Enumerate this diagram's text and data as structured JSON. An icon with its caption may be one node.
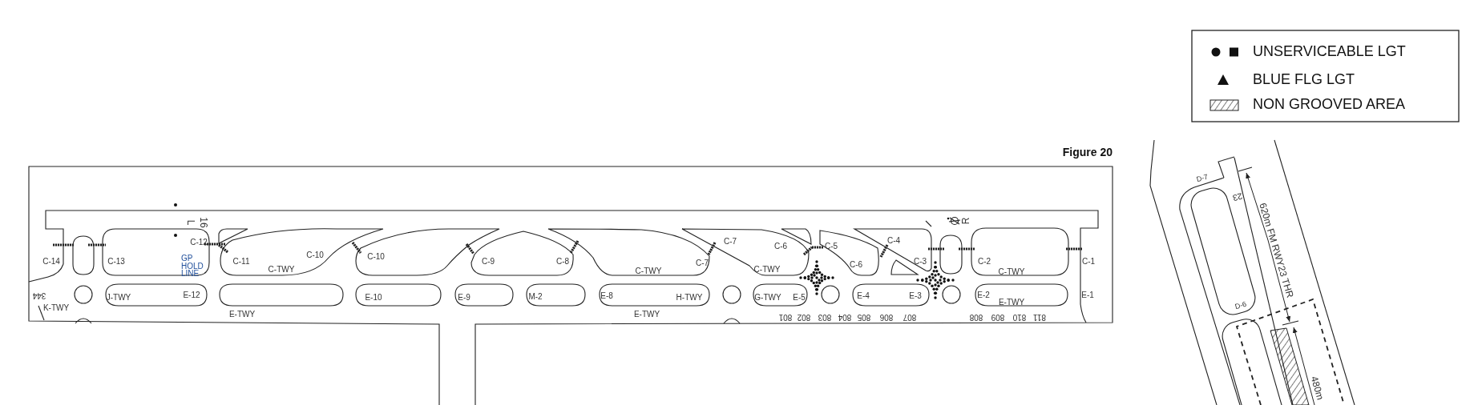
{
  "diagram": {
    "title": "Figure 20",
    "labels": [
      "16",
      "L",
      "R",
      "C-12",
      "C-7",
      "C-4",
      "C-6",
      "C-5",
      "C-10",
      "C-10",
      "C-14",
      "C-13",
      "C-11",
      "C-9",
      "C-8",
      "C-7",
      "C-3",
      "C-2",
      "C-1",
      "GP HOLD LINE",
      "C-6",
      "C-TWY",
      "C-TWY",
      "C-TWY",
      "C-TWY",
      "344",
      "J-TWY",
      "E-12",
      "E-10",
      "E-9",
      "M-2",
      "E-8",
      "H-TWY",
      "G-TWY",
      "E-5",
      "E-4",
      "E-3",
      "E-2",
      "E-1",
      "E-TWY",
      "K-TWY",
      "E-TWY",
      "E-TWY",
      "801",
      "802",
      "803",
      "804",
      "805",
      "806",
      "807",
      "808",
      "809",
      "810",
      "811",
      "D-7",
      "23",
      "620m FM RWY23 THR",
      "D-6",
      "480m"
    ],
    "legend": [
      {
        "text": "UNSERVICEABLE LGT"
      },
      {
        "text": "BLUE FLG LGT"
      },
      {
        "text": "NON GROOVED AREA"
      }
    ]
  }
}
